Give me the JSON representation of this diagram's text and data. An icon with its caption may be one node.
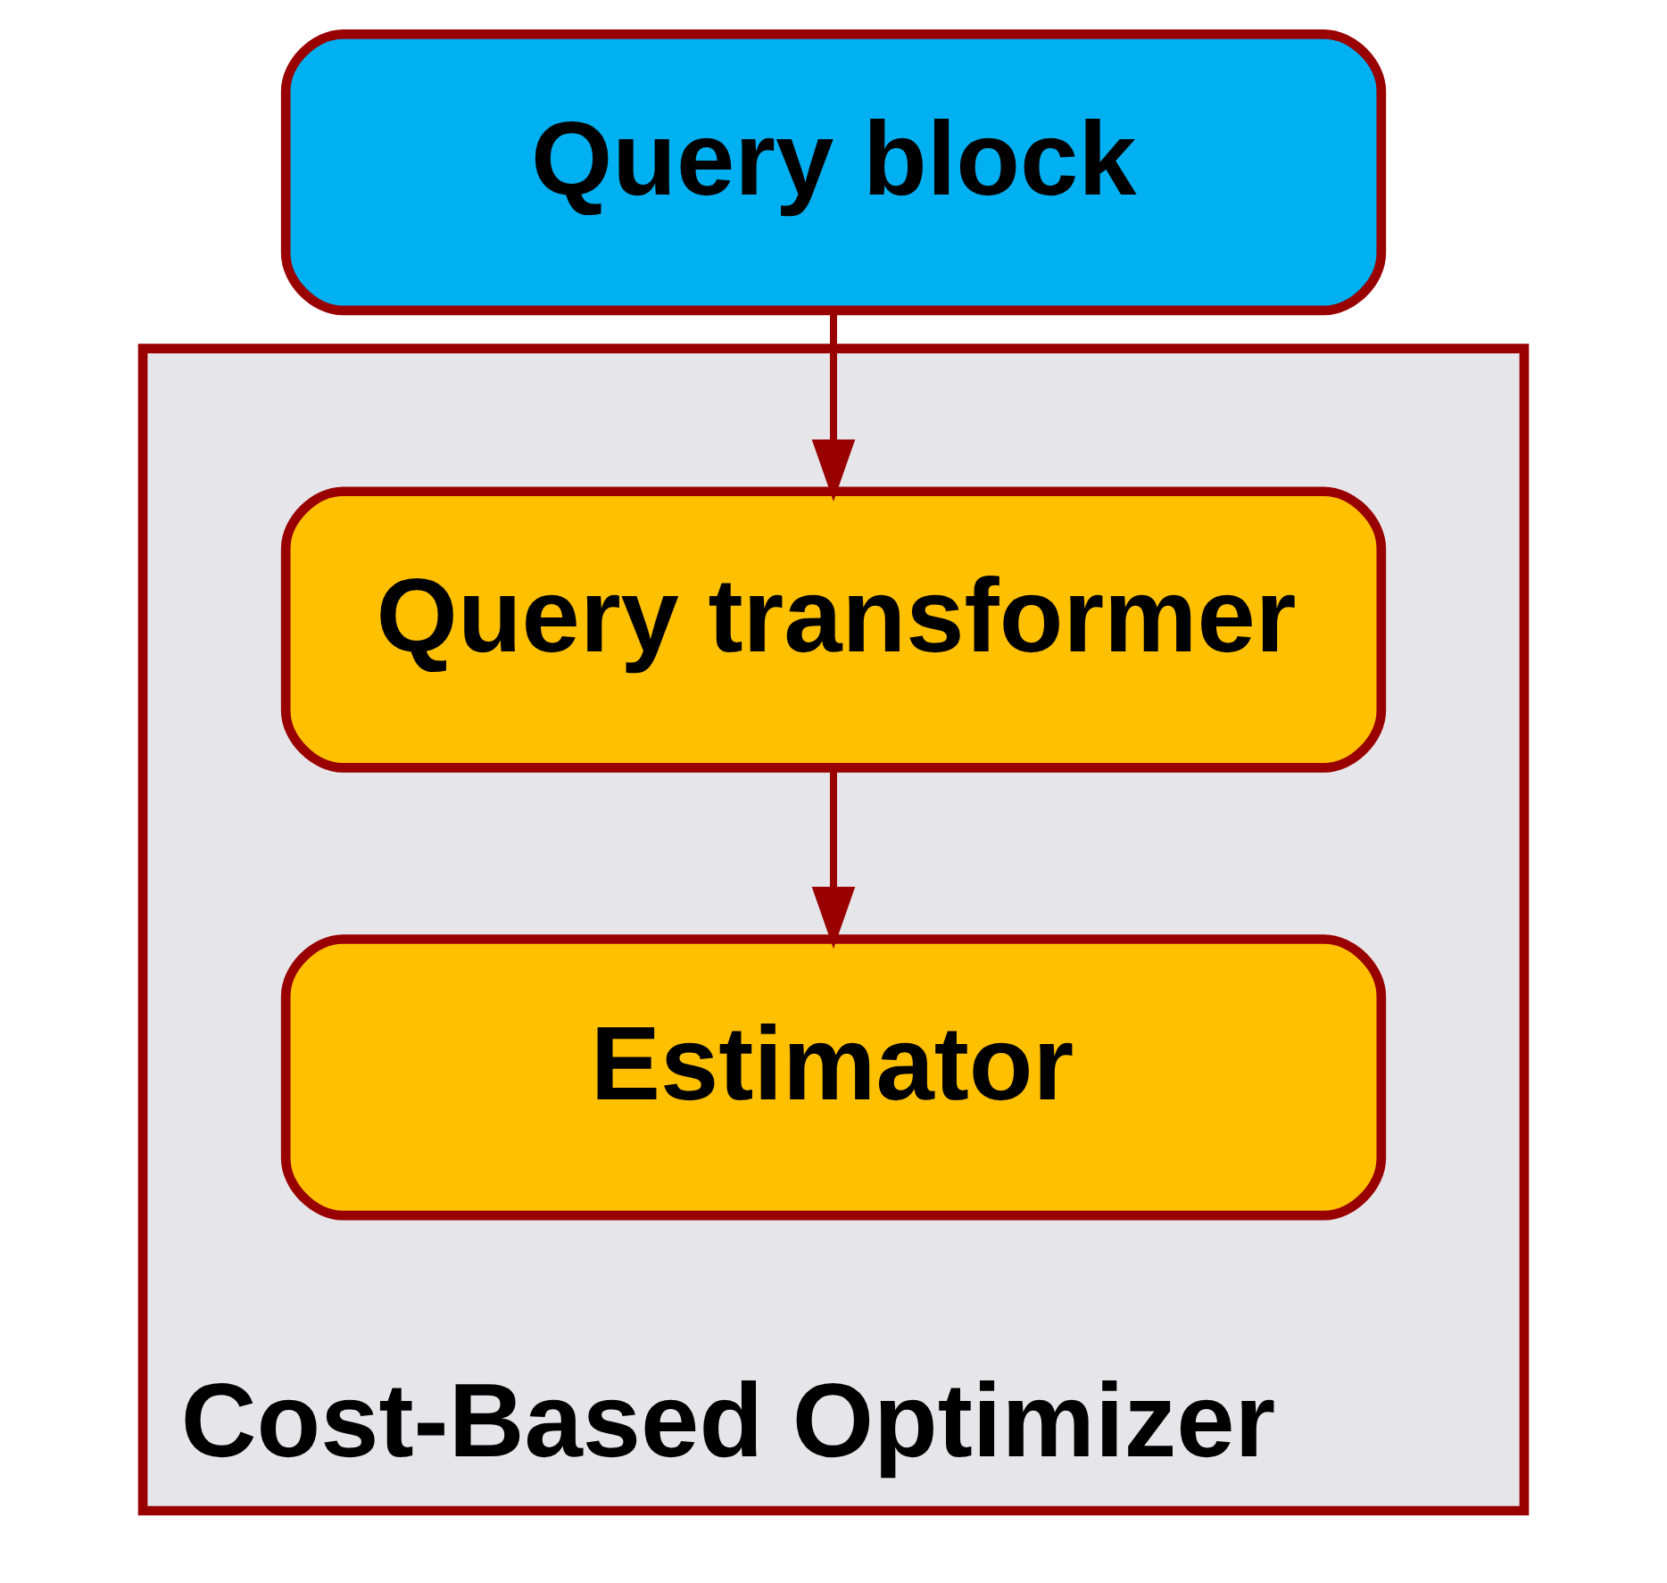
{
  "diagram": {
    "nodes": [
      {
        "text": [
          "Query block"
        ]
      },
      {
        "text": [
          "Cost-Based Optimizer"
        ]
      },
      {
        "text": [
          "Query transformer"
        ],
        "in": 1
      },
      {
        "text": [
          "Estimator"
        ],
        "in": 1
      }
    ],
    "edges": [
      {
        "from": 0,
        "to": 2,
        "arrow": "to"
      },
      {
        "from": 2,
        "to": 3,
        "arrow": "to"
      }
    ]
  }
}
